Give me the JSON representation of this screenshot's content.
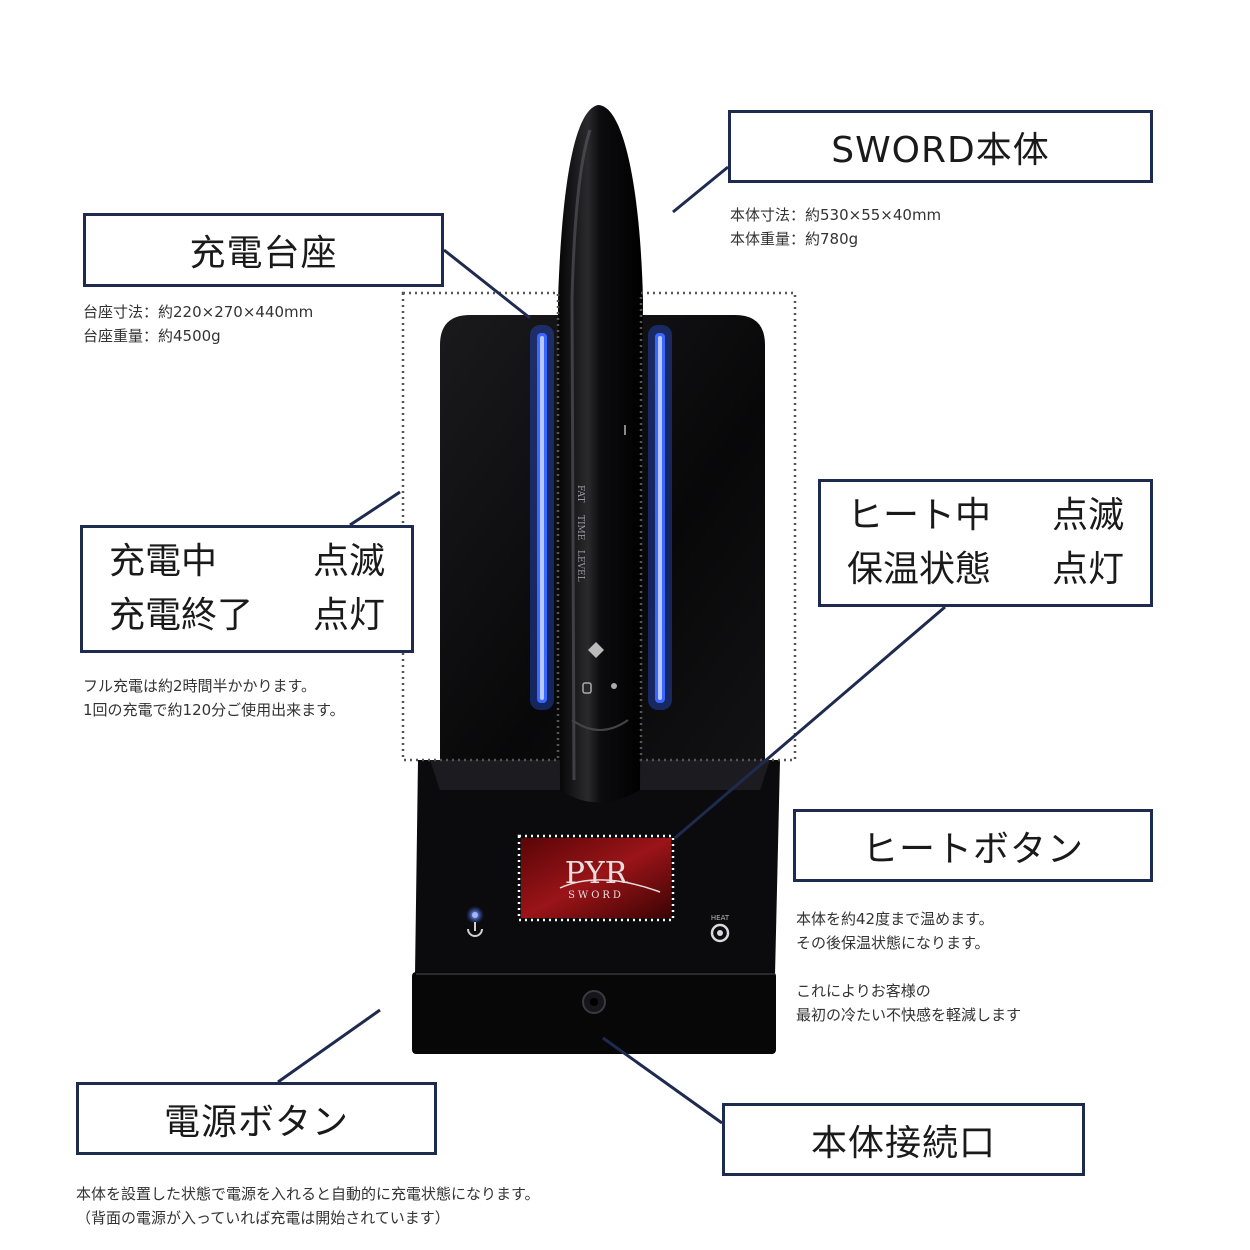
{
  "callouts": {
    "sword_body": {
      "title": "SWORD本体",
      "specs": [
        "本体寸法：約530×55×40mm",
        "本体重量：約780g"
      ]
    },
    "charging_base": {
      "title": "充電台座",
      "specs": [
        "台座寸法：約220×270×440mm",
        "台座重量：約4500g"
      ]
    },
    "charge_status": {
      "rows": [
        {
          "state": "充電中",
          "indicator": "点滅"
        },
        {
          "state": "充電終了",
          "indicator": "点灯"
        }
      ],
      "notes": [
        "フル充電は約2時間半かかります。",
        "1回の充電で約120分ご使用出来ます。"
      ]
    },
    "heat_status": {
      "rows": [
        {
          "state": "ヒート中",
          "indicator": "点滅"
        },
        {
          "state": "保温状態",
          "indicator": "点灯"
        }
      ]
    },
    "heat_button": {
      "title": "ヒートボタン",
      "notes": [
        "本体を約42度まで温めます。",
        "その後保温状態になります。",
        "",
        "これによりお客様の",
        "最初の冷たい不快感を軽減します"
      ]
    },
    "power_button": {
      "title": "電源ボタン",
      "notes": [
        "本体を設置した状態で電源を入れると自動的に充電状態になります。",
        "（背面の電源が入っていれば充電は開始されています）"
      ]
    },
    "connector": {
      "title": "本体接続口"
    }
  },
  "device": {
    "logo_main": "PYR",
    "logo_sub": "SWORD",
    "wand_labels": [
      "FAT",
      "TIME",
      "LEVEL"
    ],
    "heat_label": "HEAT",
    "colors": {
      "body": "#0a0a0c",
      "led": "#2f5bff",
      "frame": "#1f2a4f",
      "logo_bg": "#7a0d10"
    }
  }
}
